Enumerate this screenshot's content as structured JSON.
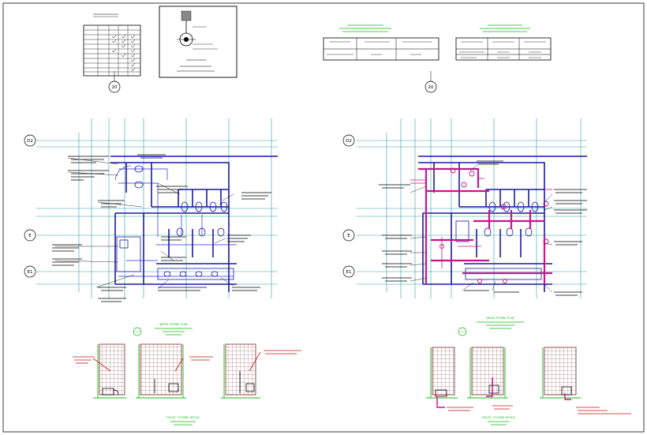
{
  "grid_labels": {
    "top_left": "20",
    "top_right": "20",
    "left_d2": "D2",
    "left_e": "E",
    "left_e1": "E1",
    "right_d2": "D2",
    "right_e": "E",
    "right_e1": "E1"
  },
  "colors": {
    "frame": "#3a3a3a",
    "grid": "#2f9fa8",
    "wall": "#1a1aa0",
    "drain": "#c8148c",
    "water": "#2a2ae0",
    "label_green": "#18b818",
    "label_red": "#c81414",
    "tile": "#7a2a2a"
  },
  "notes": {
    "title_left_plan": "WATER PIPING PLAN",
    "title_right_plan": "DRAIN PIPING PLAN",
    "detail_left": "TOILET FIXTURE DETAIL",
    "detail_right": "TOILET FIXTURE DETAIL"
  }
}
